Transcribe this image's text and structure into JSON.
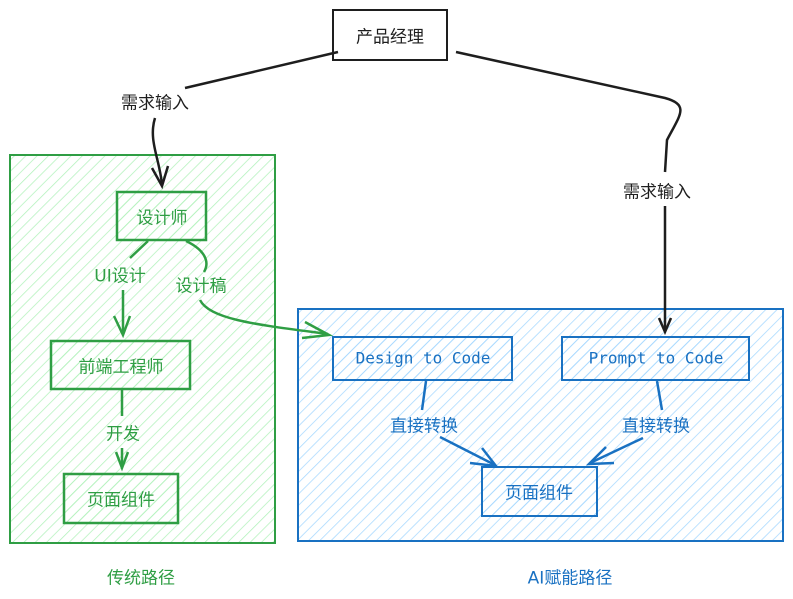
{
  "nodes": {
    "product_manager": "产品经理",
    "designer": "设计师",
    "frontend_engineer": "前端工程师",
    "page_component_traditional": "页面组件",
    "design_to_code": "Design to Code",
    "prompt_to_code": "Prompt to Code",
    "page_component_ai": "页面组件"
  },
  "edges": {
    "requirement_input_left": "需求输入",
    "requirement_input_right": "需求输入",
    "ui_design": "UI设计",
    "design_draft": "设计稿",
    "develop": "开发",
    "direct_convert_left": "直接转换",
    "direct_convert_right": "直接转换"
  },
  "groups": {
    "traditional": "传统路径",
    "ai": "AI赋能路径"
  },
  "colors": {
    "black": "#1e1e1e",
    "green": "#2f9e44",
    "green_fill": "#b2f2bb",
    "blue": "#1971c2",
    "blue_fill": "#a5d8ff"
  }
}
